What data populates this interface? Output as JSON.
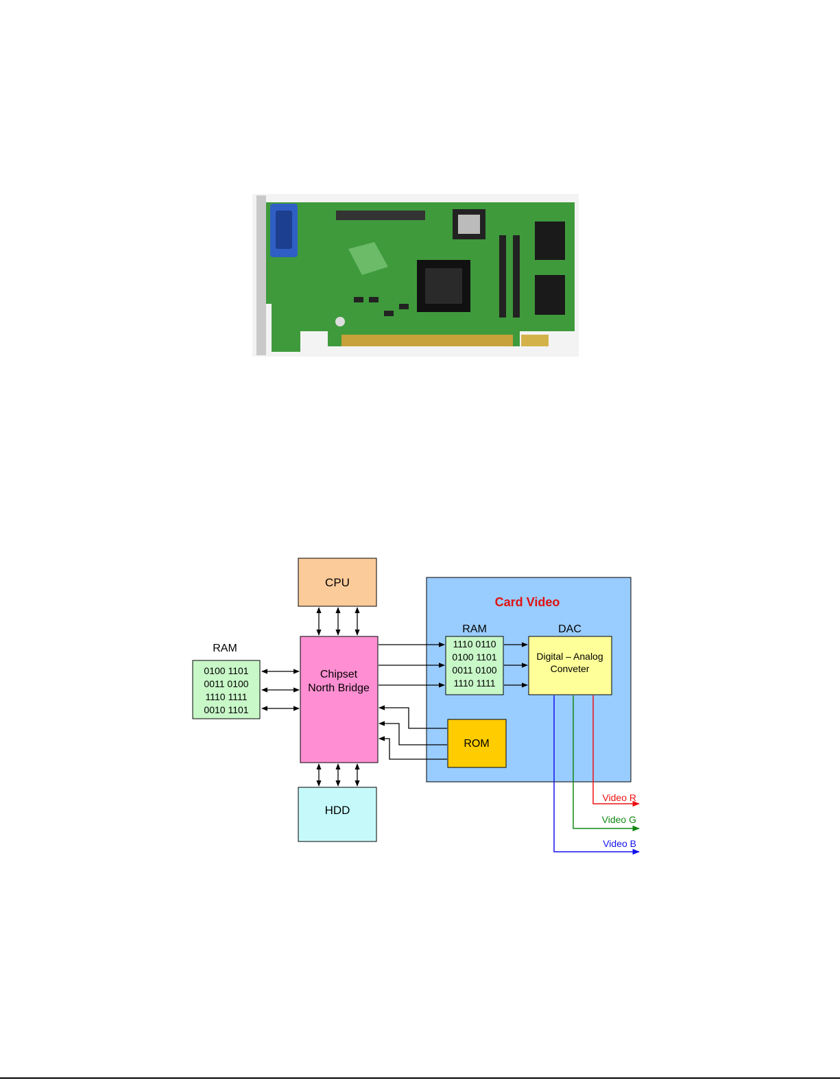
{
  "colors": {
    "pcb": "#3f9a3c",
    "vga_connector": "#2f5fc4",
    "cpu_fill": "#fbcb9a",
    "chipset_fill": "#ff8fd2",
    "hdd_fill": "#c6fafa",
    "ram_fill": "#c8f7c8",
    "card_fill": "#99ccff",
    "dac_fill": "#ffff99",
    "rom_fill": "#ffcc00",
    "video_r": "#ee1111",
    "video_g": "#118811",
    "video_b": "#1111ee",
    "card_title": "#e01010"
  },
  "diagram": {
    "cpu_label": "CPU",
    "hdd_label": "HDD",
    "chipset_label_line1": "Chipset",
    "chipset_label_line2": "North Bridge",
    "system_ram": {
      "title": "RAM",
      "rows": [
        "0100 1101",
        "0011 0100",
        "1110 1111",
        "0010 1101"
      ]
    },
    "card_title": "Card Video",
    "card_ram": {
      "title": "RAM",
      "rows": [
        "1110 0110",
        "0100 1101",
        "0011 0100",
        "1110 1111"
      ]
    },
    "dac_title": "DAC",
    "dac_label_line1": "Digital – Analog",
    "dac_label_line2": "Conveter",
    "rom_label": "ROM",
    "outputs": {
      "r": "Video R",
      "g": "Video G",
      "b": "Video B"
    }
  }
}
